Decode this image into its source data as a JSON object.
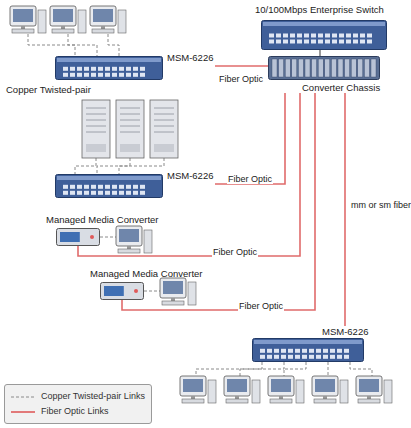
{
  "diagram": {
    "nodes": [
      {
        "text": [
          "10/100Mbps Enterprise Switch"
        ]
      },
      {
        "text": [
          "Converter Chassis"
        ]
      },
      {
        "text": [
          "MSM-6226"
        ]
      },
      {
        "text": [
          "MSM-6226"
        ]
      },
      {
        "text": [
          "Managed Media Converter"
        ]
      },
      {
        "text": [
          "Managed Media Converter"
        ]
      },
      {
        "text": [
          "MSM-6226"
        ]
      }
    ],
    "edges": [
      {
        "from": 0,
        "to": 1,
        "arrow": "none"
      },
      {
        "from": 1,
        "to": 2,
        "label": "Fiber Optic",
        "arrow": "none"
      },
      {
        "from": 1,
        "to": 3,
        "label": "Fiber Optic",
        "arrow": "none"
      },
      {
        "from": 1,
        "to": 4,
        "label": "Fiber Optic",
        "arrow": "none"
      },
      {
        "from": 1,
        "to": 5,
        "label": "Fiber Optic",
        "arrow": "none"
      },
      {
        "from": 1,
        "to": 6,
        "label": "mm or sm fiber",
        "arrow": "none"
      }
    ],
    "labels": [
      "Copper Twisted-pair"
    ],
    "legend": [
      {
        "text": "Copper Twisted-pair Links"
      },
      {
        "text": "Fiber Optic Links"
      }
    ]
  }
}
